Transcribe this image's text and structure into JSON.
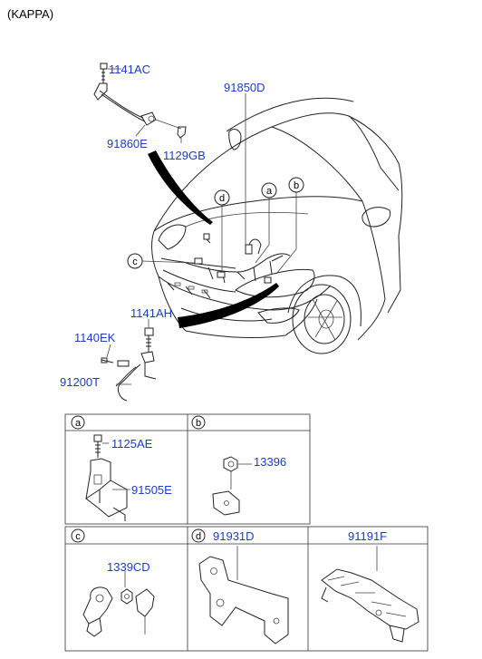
{
  "header": {
    "engine_label": "(KAPPA)"
  },
  "parts": {
    "p1141AC": "1141AC",
    "p91860E": "91860E",
    "p1129GB": "1129GB",
    "p91850D": "91850D",
    "p1141AH": "1141AH",
    "p1140EK": "1140EK",
    "p91200T": "91200T",
    "p1125AE": "1125AE",
    "p91505E": "91505E",
    "p13396": "13396",
    "p1339CD": "1339CD",
    "p91931D": "91931D",
    "p91191F": "91191F"
  },
  "callouts": {
    "a": "a",
    "b": "b",
    "c": "c",
    "d": "d"
  }
}
